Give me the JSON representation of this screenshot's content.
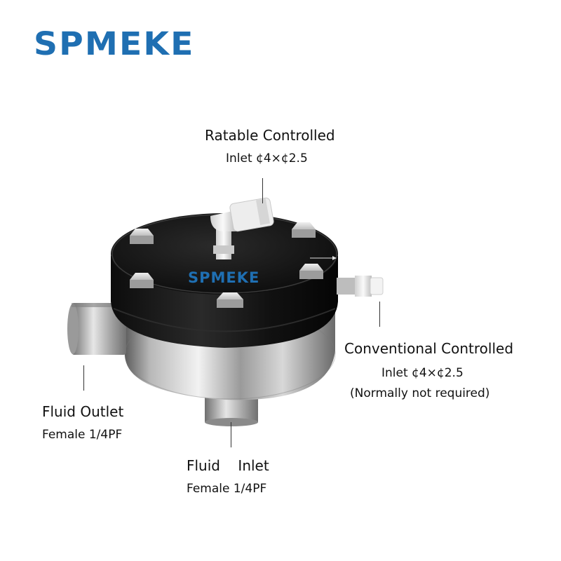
{
  "brand": {
    "logo_text": "SPMEKE",
    "device_logo_text": "SPMEKE",
    "color": "#1f6fb2"
  },
  "annotations": {
    "ratable_title": "Ratable Controlled",
    "ratable_spec": "Inlet ¢4×¢2.5",
    "conventional_title": "Conventional Controlled",
    "conventional_spec": "Inlet ¢4×¢2.5",
    "conventional_note": "(Normally not required)",
    "outlet_title": "Fluid  Outlet",
    "outlet_spec": "Female 1/4PF",
    "inlet_title": "Fluid    Inlet",
    "inlet_spec": "Female 1/4PF"
  }
}
